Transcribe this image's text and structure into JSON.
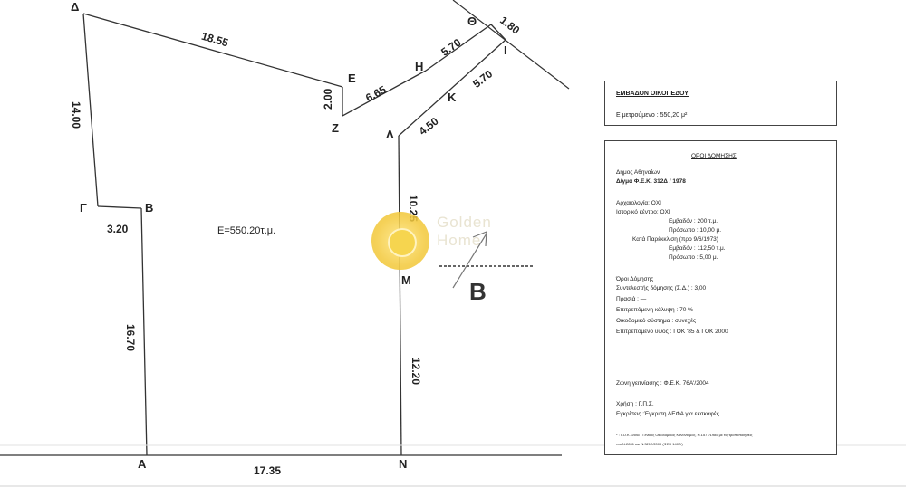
{
  "vertices": {
    "delta": "Δ",
    "gamma": "Γ",
    "beta": "Β",
    "alpha": "Α",
    "epsilon": "Ε",
    "zeta": "Ζ",
    "eta": "Η",
    "theta": "Θ",
    "iota": "Ι",
    "kappa": "Κ",
    "lambda": "Λ",
    "mu": "Μ",
    "nu": "Ν"
  },
  "dimensions": {
    "delta_epsilon": "18.55",
    "delta_gamma": "14.00",
    "gamma_beta": "3.20",
    "beta_alpha": "16.70",
    "alpha_nu": "17.35",
    "nu_mu": "12.20",
    "mu_lambda": "10.25",
    "lambda_kappa": "4.50",
    "kappa_iota": "5.70",
    "iota_theta": "1.80",
    "theta_eta": "5.70",
    "eta_zeta": "6.65",
    "zeta_epsilon": "2.00"
  },
  "plot_area": "E=550.20τ.μ.",
  "north_arrow": "B",
  "watermark": {
    "text_line1": "Golden",
    "text_line2": "Home"
  },
  "area_box": {
    "title": "ΕΜΒΑΔΟΝ ΟΙΚΟΠΕΔΟΥ",
    "row": "Ε μετρούμενο  :  550,20 μ²"
  },
  "rules_box": {
    "title": "ΟΡΟΙ ΔΟΜΗΣΗΣ",
    "municipality": "Δήμος Αθηναίων",
    "gazette": "Δ/γμα Φ.Ε.Κ. 312Δ / 1978",
    "listed": "Αρχαιολογία: ΟΧΙ",
    "historic": "Ιστορικό κέντρο: ΟΧΙ",
    "min_area": "Εμβαδόν : 200 τ.μ.",
    "min_front": "Πρόσωπο : 10,00 μ.",
    "exception": "Κατά Παρέκκλιση (προ 9/6/1973)",
    "exc_area": "Εμβαδόν : 112,50 τ.μ.",
    "exc_front": "Πρόσωπο : 5,00 μ.",
    "terms": "Όροι Δόμησης",
    "ratio": "Συντελεστής δόμησης (Σ.Δ.) : 3,00",
    "front": "Πρασιά : —",
    "coverage": "Επιτρεπόμενη κάλυψη : 70 %",
    "system": "Οικοδομικό σύστημα : συνεχές",
    "height": "Επιτρεπόμενο ύψος : ΓΟΚ '85 & ΓΟΚ 2000",
    "zone": "Ζώνη γειτνίασης : Φ.Ε.Κ. 76Α'/2004",
    "use": "Χρήση : Γ.Π.Σ.",
    "approval": "Εγκρίσεις :Έγκριση ΔΕΦΑ για εκσκαφές",
    "footnote1": "* : Γ.Ο.Κ. 1985 - Γενικός Οικοδομικός Κανονισμός, Ν.1577/1985 με τις τροποποιήσεις",
    "footnote2": "του Ν.2831 και Ν.3212/2000 (ΦΕΚ 140Α')"
  }
}
